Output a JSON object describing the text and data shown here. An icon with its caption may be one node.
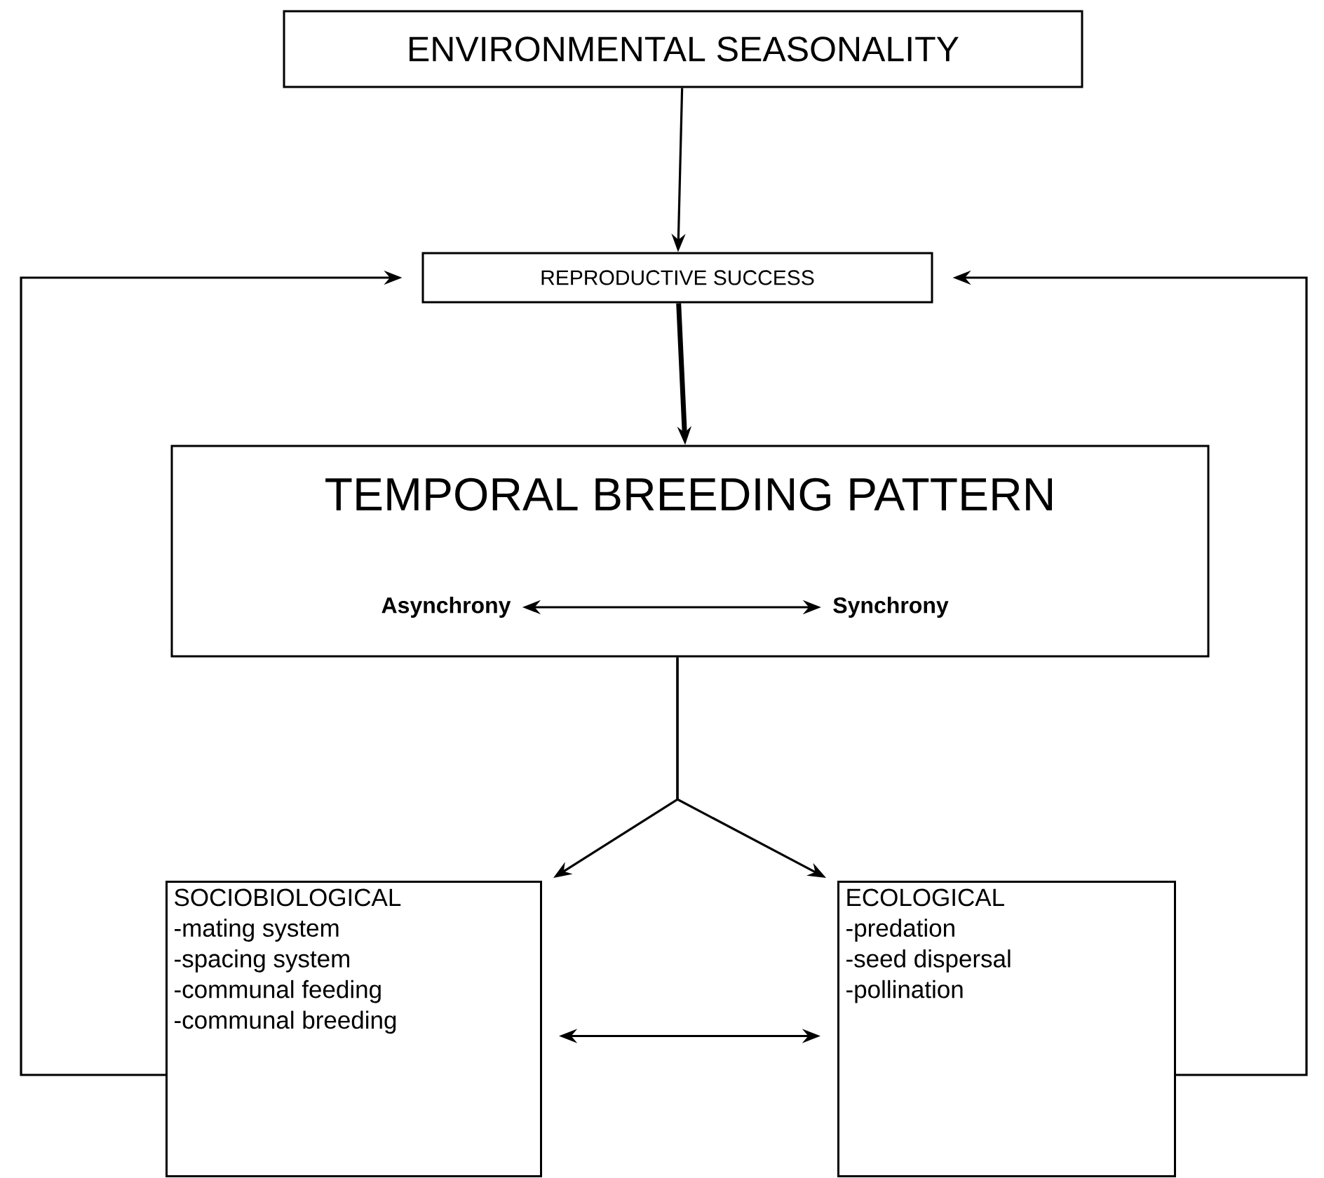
{
  "diagram": {
    "nodes": [
      {
        "text": [
          "ENVIRONMENTAL SEASONALITY"
        ]
      },
      {
        "text": [
          "REPRODUCTIVE SUCCESS"
        ]
      },
      {
        "text": [
          "TEMPORAL BREEDING PATTERN"
        ]
      },
      {
        "text": [
          "Asynchrony"
        ],
        "in": 2
      },
      {
        "text": [
          "Synchrony"
        ],
        "in": 2
      },
      {
        "text": [
          "SOCIOBIOLOGICAL",
          "-mating system",
          "-spacing system",
          "-communal feeding",
          "-communal breeding"
        ]
      },
      {
        "text": [
          "ECOLOGICAL",
          "-predation",
          "-seed dispersal",
          "-pollination"
        ]
      }
    ],
    "edges": [
      {
        "from": 0,
        "to": 1,
        "arrow": "to"
      },
      {
        "from": 1,
        "to": 2,
        "arrow": "to",
        "style": "thick"
      },
      {
        "from": 2,
        "to": 5,
        "arrow": "to"
      },
      {
        "from": 2,
        "to": 6,
        "arrow": "to"
      },
      {
        "from": 3,
        "to": 4,
        "arrow": "both"
      },
      {
        "from": 5,
        "to": 6,
        "arrow": "both"
      },
      {
        "from": 5,
        "to": 1,
        "arrow": "to"
      },
      {
        "from": 6,
        "to": 1,
        "arrow": "to"
      }
    ]
  }
}
